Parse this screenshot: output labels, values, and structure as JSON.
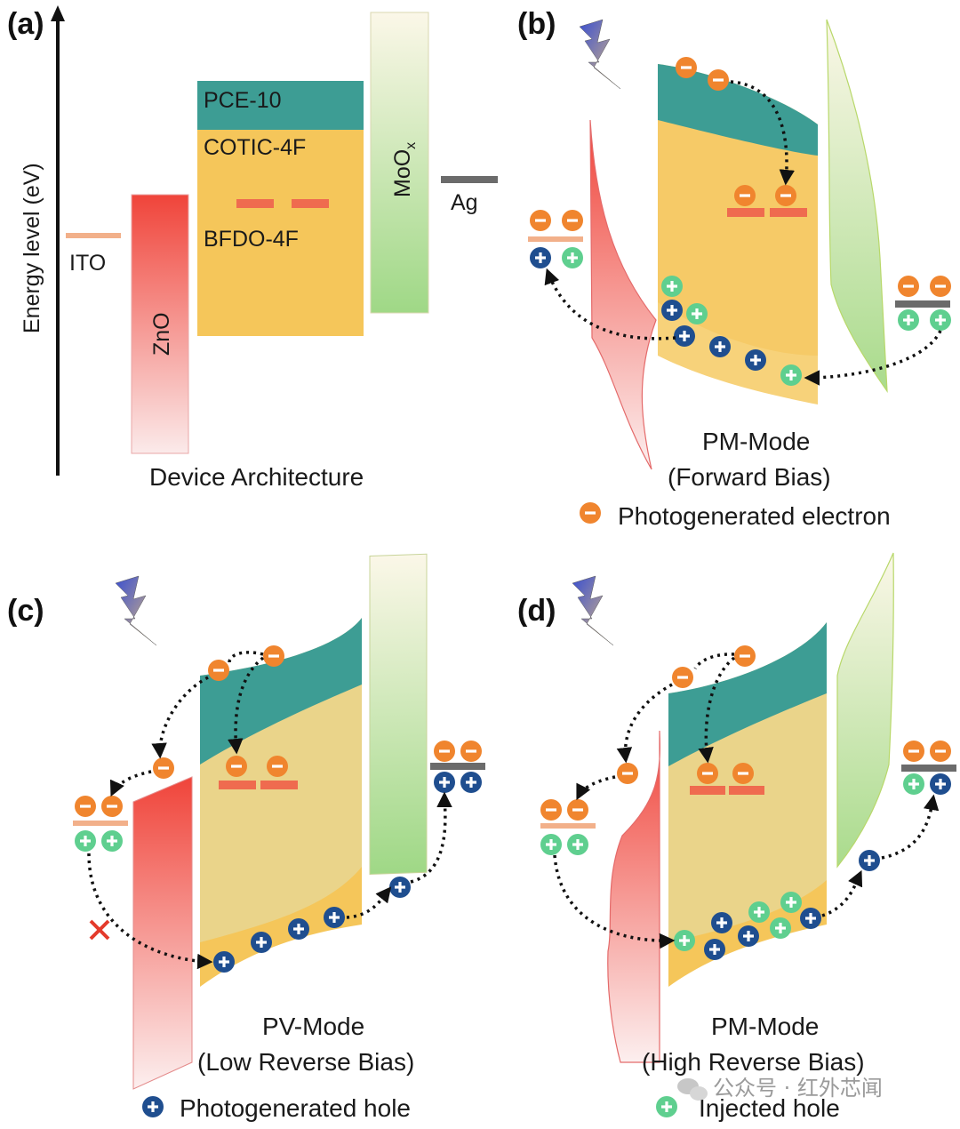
{
  "panels": {
    "a": {
      "tag": "(a)",
      "y_axis_label": "Energy level (eV)",
      "layers": {
        "ito": "ITO",
        "zno": "ZnO",
        "pce10": "PCE-10",
        "cotic": "COTIC-4F",
        "bfdo": "BFDO-4F",
        "moox": "MoO",
        "moox_sub": "x",
        "ag": "Ag"
      },
      "caption": "Device Architecture"
    },
    "b": {
      "tag": "(b)",
      "caption_line1": "PM-Mode",
      "caption_line2": "(Forward Bias)"
    },
    "c": {
      "tag": "(c)",
      "caption_line1": "PV-Mode",
      "caption_line2": "(Low Reverse Bias)"
    },
    "d": {
      "tag": "(d)",
      "caption_line1": "PM-Mode",
      "caption_line2": "(High Reverse Bias)"
    }
  },
  "legend": {
    "electron": "Photogenerated electron",
    "photo_hole": "Photogenerated hole",
    "injected_hole": "Injected hole"
  },
  "watermark": "公众号 · 红外芯闻",
  "colors": {
    "electron": "#f0852e",
    "photogenerated_hole": "#1f4e8f",
    "injected_hole": "#5fcf8f",
    "trap": "#ef6b4f",
    "ito": "#f2b08a",
    "zno": "#f0443a",
    "pce10": "#3d9d94",
    "blend": "#f5c65a",
    "moox": "#8fd27a",
    "ag": "#6b6b6b",
    "blocked_cross": "#e43a2b"
  }
}
